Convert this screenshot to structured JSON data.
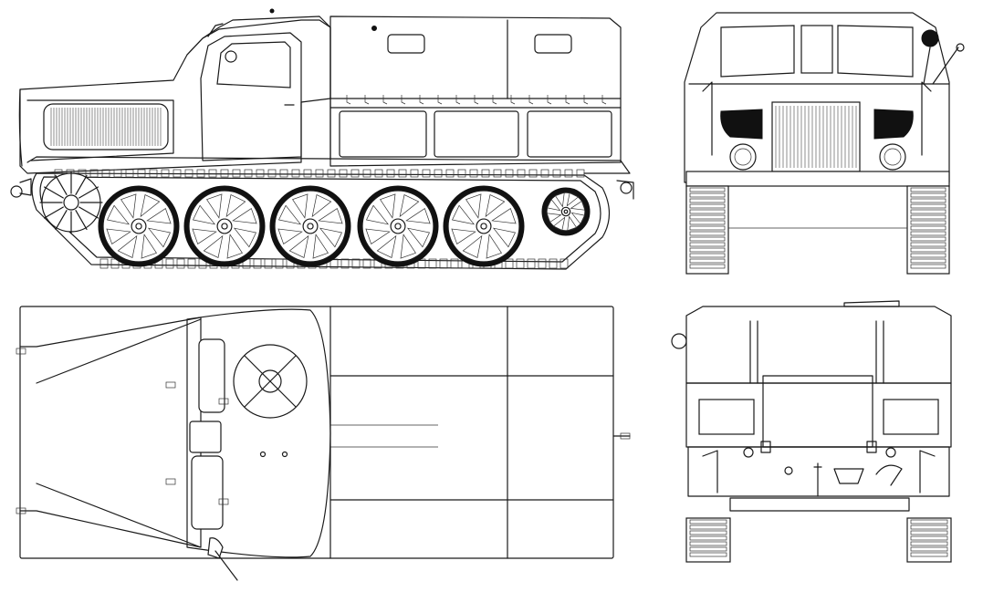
{
  "drawing": {
    "subject": "",
    "background": "#ffffff",
    "line_color": "#1a1a1a",
    "views": [
      "side",
      "front",
      "top",
      "rear"
    ]
  }
}
